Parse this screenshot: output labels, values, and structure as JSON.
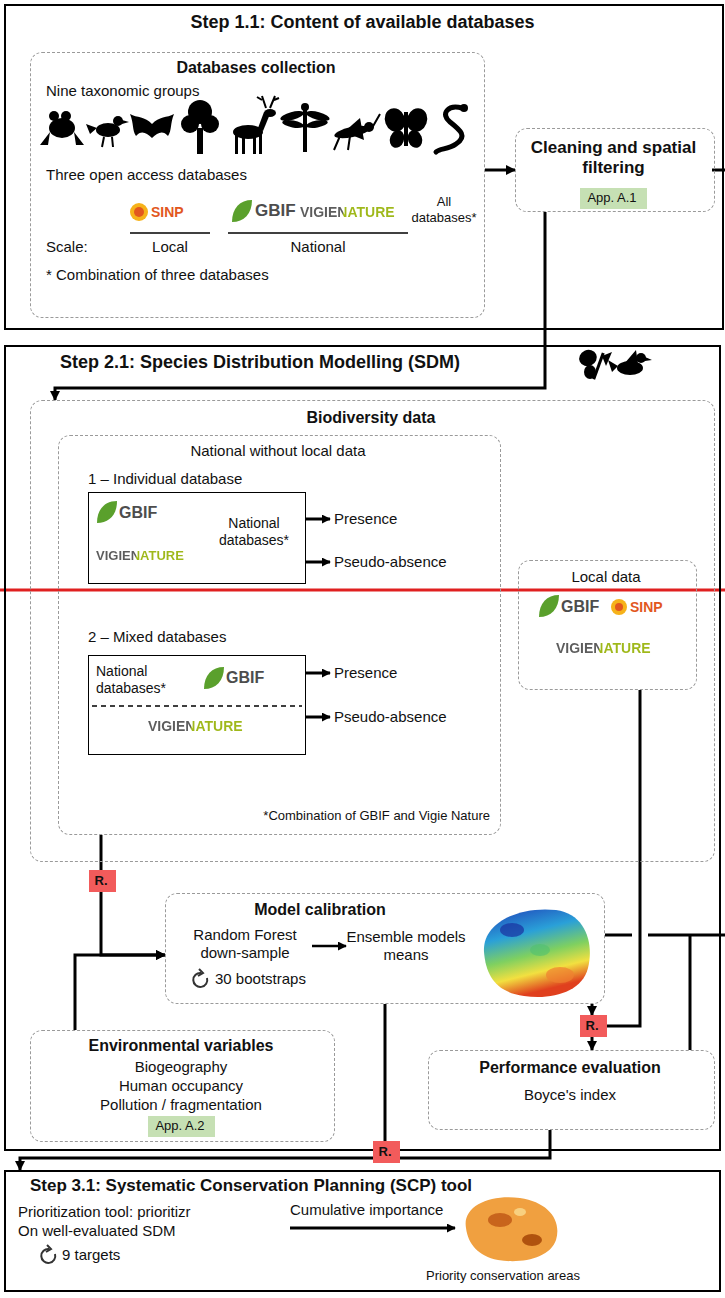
{
  "diagram": {
    "nodes": [
      {
        "text": [
          "Step 1.1: Content of available databases"
        ]
      },
      {
        "text": [
          "Databases collection",
          "Nine taxonomic groups",
          "Three open access databases",
          "SINP",
          "GBIF",
          "VIGIENATURE",
          "All databases*",
          "Scale:",
          "Local",
          "National",
          "* Combination of three databases"
        ],
        "in": 0
      },
      {
        "text": [
          "Cleaning and spatial filtering"
        ],
        "in": 0
      },
      {
        "text": [
          "App. A.1"
        ],
        "in": 2
      },
      {
        "text": [
          "Step 2.1: Species Distribution Modelling (SDM)"
        ]
      },
      {
        "text": [
          "Biodiversity data"
        ],
        "in": 4
      },
      {
        "text": [
          "National without local data",
          "1 – Individual database",
          "2 – Mixed databases",
          "*Combination of GBIF and Vigie Nature"
        ],
        "in": 5
      },
      {
        "text": [
          "GBIF",
          "VIGIENATURE",
          "National databases*"
        ],
        "in": 6
      },
      {
        "text": [
          "National databases*",
          "GBIF",
          "VIGIENATURE"
        ],
        "in": 6
      },
      {
        "text": [
          "Local data",
          "GBIF",
          "SINP",
          "VIGIENATURE"
        ],
        "in": 5
      },
      {
        "text": [
          "R."
        ],
        "in": 4
      },
      {
        "text": [
          "Model calibration",
          "Random Forest down-sample",
          "30 bootstraps",
          "Ensemble models means"
        ],
        "in": 4
      },
      {
        "text": [
          "Environmental variables",
          "Biogeography",
          "Human occupancy",
          "Pollution / fragmentation"
        ],
        "in": 4
      },
      {
        "text": [
          "App. A.2"
        ],
        "in": 12
      },
      {
        "text": [
          "Performance evaluation",
          "Boyce's index"
        ],
        "in": 4
      },
      {
        "text": [
          "R."
        ],
        "in": 4
      },
      {
        "text": [
          "R."
        ]
      },
      {
        "text": [
          "Step 3.1: Systematic Conservation Planning (SCP) tool",
          "Prioritization tool: prioritizr",
          "On well-evaluated SDM",
          "9 targets",
          "Cumulative importance",
          "Priority conservation areas"
        ]
      }
    ],
    "edges": [
      {
        "from": 1,
        "to": 2,
        "arrow": "to"
      },
      {
        "from": 2,
        "to": 5,
        "arrow": "to"
      },
      {
        "from": 6,
        "to": 10,
        "arrow": "none"
      },
      {
        "from": 10,
        "to": 11,
        "arrow": "to"
      },
      {
        "from": 12,
        "to": 11,
        "arrow": "to"
      },
      {
        "from": 11,
        "to": 15,
        "arrow": "to"
      },
      {
        "from": 9,
        "to": 15,
        "arrow": "none"
      },
      {
        "from": 15,
        "to": 14,
        "arrow": "to"
      },
      {
        "from": 11,
        "to": 16,
        "arrow": "none"
      },
      {
        "from": 14,
        "to": 16,
        "arrow": "none"
      },
      {
        "from": 16,
        "to": 17,
        "arrow": "to"
      }
    ],
    "labels": [
      "Presence",
      "Pseudo-absence",
      "Presence",
      "Pseudo-absence"
    ]
  }
}
